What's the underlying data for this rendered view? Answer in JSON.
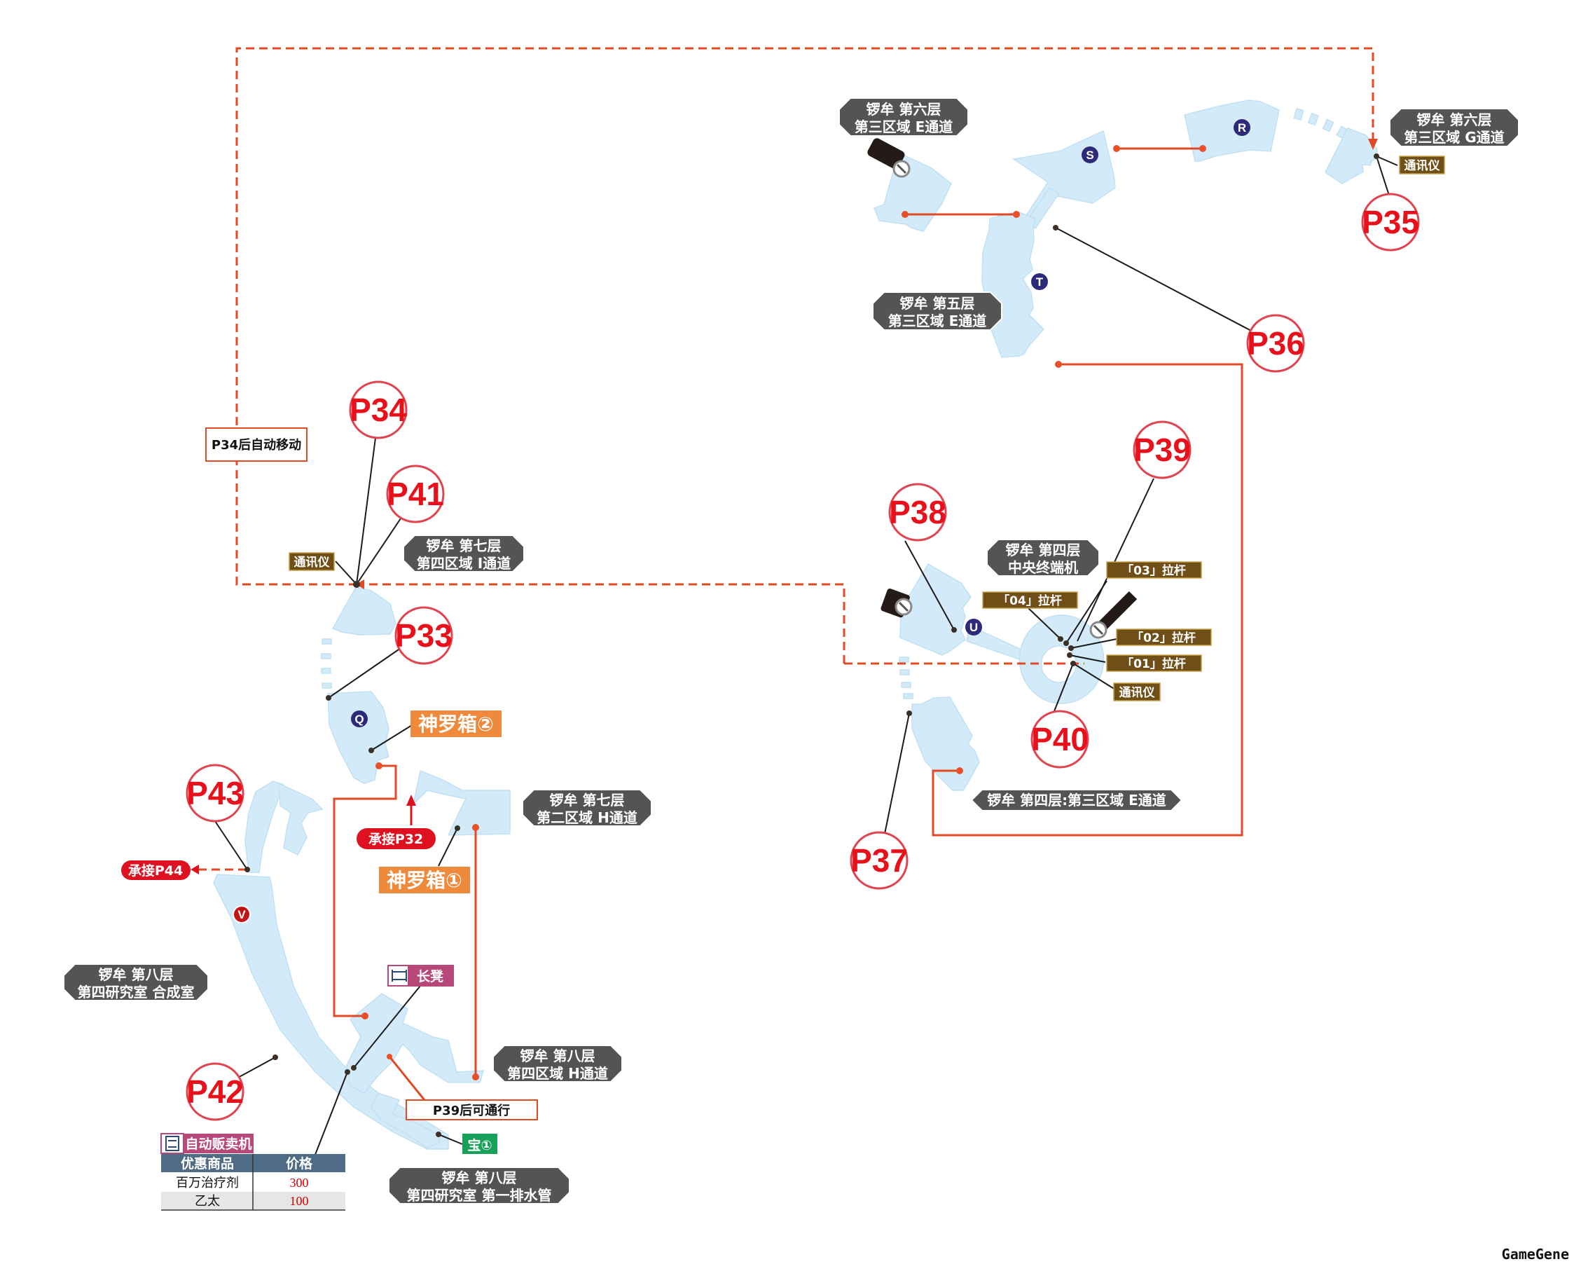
{
  "map": {
    "watermark": "GameGene",
    "points": [
      {
        "id": "P33",
        "label": "P33"
      },
      {
        "id": "P34",
        "label": "P34"
      },
      {
        "id": "P35",
        "label": "P35"
      },
      {
        "id": "P36",
        "label": "P36"
      },
      {
        "id": "P37",
        "label": "P37"
      },
      {
        "id": "P38",
        "label": "P38"
      },
      {
        "id": "P39",
        "label": "P39"
      },
      {
        "id": "P40",
        "label": "P40"
      },
      {
        "id": "P41",
        "label": "P41"
      },
      {
        "id": "P42",
        "label": "P42"
      },
      {
        "id": "P43",
        "label": "P43"
      }
    ],
    "areas": {
      "f6_e": {
        "line1": "锣牟 第六层",
        "line2": "第三区域 E通道"
      },
      "f6_g": {
        "line1": "锣牟 第六层",
        "line2": "第三区域 G通道"
      },
      "f5_e": {
        "line1": "锣牟 第五层",
        "line2": "第三区域 E通道"
      },
      "f4_central": {
        "line1": "锣牟 第四层",
        "line2": "中央终端机"
      },
      "f4_e": {
        "line1": "锣牟 第四层:第三区域 E通道"
      },
      "f7_i": {
        "line1": "锣牟 第七层",
        "line2": "第四区域 I通道"
      },
      "f7_h": {
        "line1": "锣牟 第七层",
        "line2": "第二区域 H通道"
      },
      "f8_synth": {
        "line1": "锣牟 第八层",
        "line2": "第四研究室 合成室"
      },
      "f8_h": {
        "line1": "锣牟 第八层",
        "line2": "第四区域 H通道"
      },
      "f8_drain": {
        "line1": "锣牟 第八层",
        "line2": "第四研究室 第一排水管"
      }
    },
    "zones": {
      "S": "S",
      "R": "R",
      "T": "T",
      "U": "U",
      "Q": "Q",
      "V": "V"
    },
    "tags": {
      "comm_device": "通讯仪",
      "lever_01": "「01」拉杆",
      "lever_02": "「02」拉杆",
      "lever_03": "「03」拉杆",
      "lever_04": "「04」拉杆",
      "shinra_box_1": "神罗箱①",
      "shinra_box_2": "神罗箱②",
      "bench": "长凳",
      "treasure_1": "宝①",
      "continue_p32": "承接P32",
      "continue_p44": "承接P44"
    },
    "notes": {
      "auto_move": "P34后自动移动",
      "after_p39": "P39后可通行"
    },
    "vending_machine": {
      "title": "自动贩卖机",
      "columns": [
        "优惠商品",
        "价格"
      ],
      "rows": [
        {
          "item": "百万治疗剂",
          "price": "300"
        },
        {
          "item": "乙太",
          "price": "100"
        }
      ]
    },
    "colors": {
      "room": "#d3ebf9",
      "route": "#e24a26",
      "point_red": "#e8111b",
      "area_plate": "#545454",
      "lever_tag": "#6f4f17",
      "shinra_tag": "#ef8a3c",
      "bench_tag": "#b8477a",
      "treasure_tag": "#17a05a",
      "zone_badge": "#2e2a7a"
    }
  }
}
